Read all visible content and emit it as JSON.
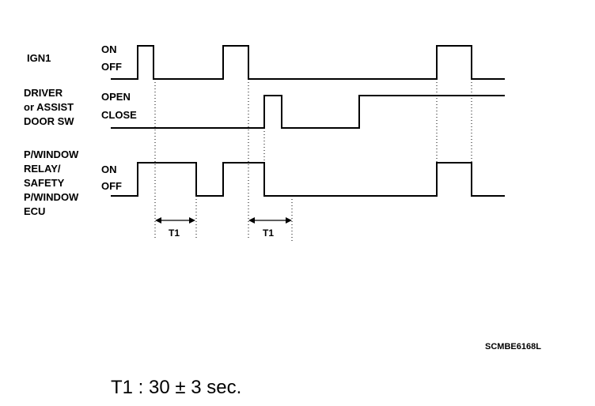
{
  "signals": {
    "ign1": {
      "label_lines": [
        "IGN1"
      ],
      "state_high": "ON",
      "state_low": "OFF"
    },
    "door": {
      "label_lines": [
        "DRIVER",
        "or ASSIST",
        "DOOR SW"
      ],
      "state_high": "OPEN",
      "state_low": "CLOSE"
    },
    "relay": {
      "label_lines": [
        "P/WINDOW",
        "RELAY/",
        "SAFETY",
        "P/WINDOW",
        "ECU"
      ],
      "state_high": "ON",
      "state_low": "OFF"
    }
  },
  "timers": [
    {
      "label": "T1"
    },
    {
      "label": "T1"
    }
  ],
  "figure_code": "SCMBE6168L",
  "formula": "T1 : 30 ± 3 sec.",
  "colors": {
    "line": "#000000",
    "background": "#ffffff"
  }
}
